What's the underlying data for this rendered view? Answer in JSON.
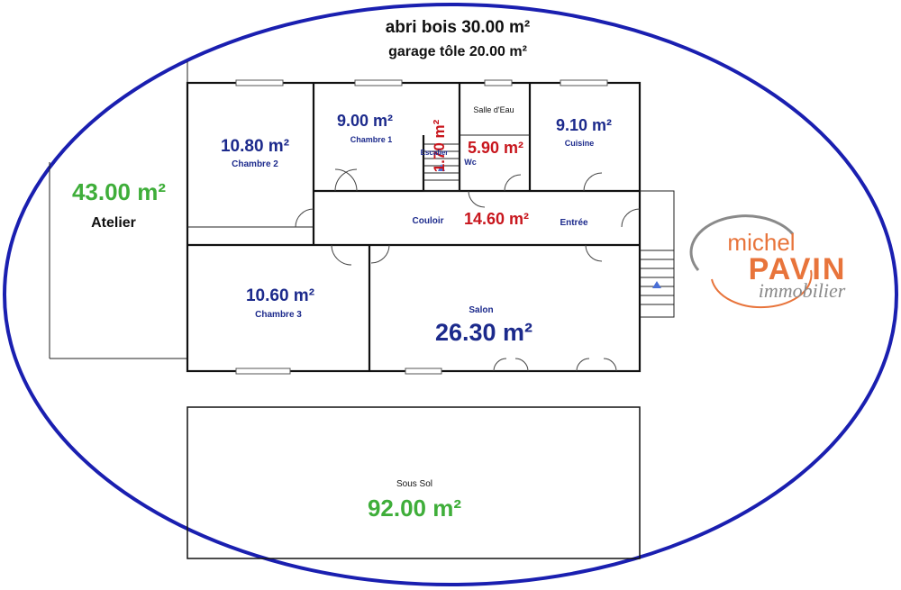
{
  "top_labels": {
    "abri": "abri bois 30.00 m²",
    "garage": "garage tôle 20.00 m²"
  },
  "rooms": {
    "chambre2": {
      "area": "10.80 m²",
      "name": "Chambre 2"
    },
    "chambre1": {
      "area": "9.00 m²",
      "name": "Chambre 1"
    },
    "escalier": {
      "area": "1.70 m²",
      "name": "Escalier"
    },
    "salle_eau": {
      "name": "Salle d'Eau"
    },
    "wc": {
      "area": "5.90 m²",
      "name": "Wc"
    },
    "cuisine": {
      "area": "9.10 m²",
      "name": "Cuisine"
    },
    "couloir": {
      "area": "14.60 m²",
      "name": "Couloir"
    },
    "entree": {
      "name": "Entrée"
    },
    "atelier": {
      "area": "43.00 m²",
      "name": "Atelier"
    },
    "chambre3": {
      "area": "10.60 m²",
      "name": "Chambre 3"
    },
    "salon": {
      "area": "26.30 m²",
      "name": "Salon"
    },
    "sous_sol": {
      "area": "92.00 m²",
      "name": "Sous Sol"
    }
  },
  "logo": {
    "line1": "michel",
    "line2": "PAVIN",
    "line3": "immobilier"
  },
  "colors": {
    "ellipse": "#1a1fb0",
    "blue": "#1c2a8c",
    "red": "#c8161d",
    "green": "#3fae3a",
    "logo_orange": "#e8743b",
    "logo_grey": "#8a8a8a"
  }
}
